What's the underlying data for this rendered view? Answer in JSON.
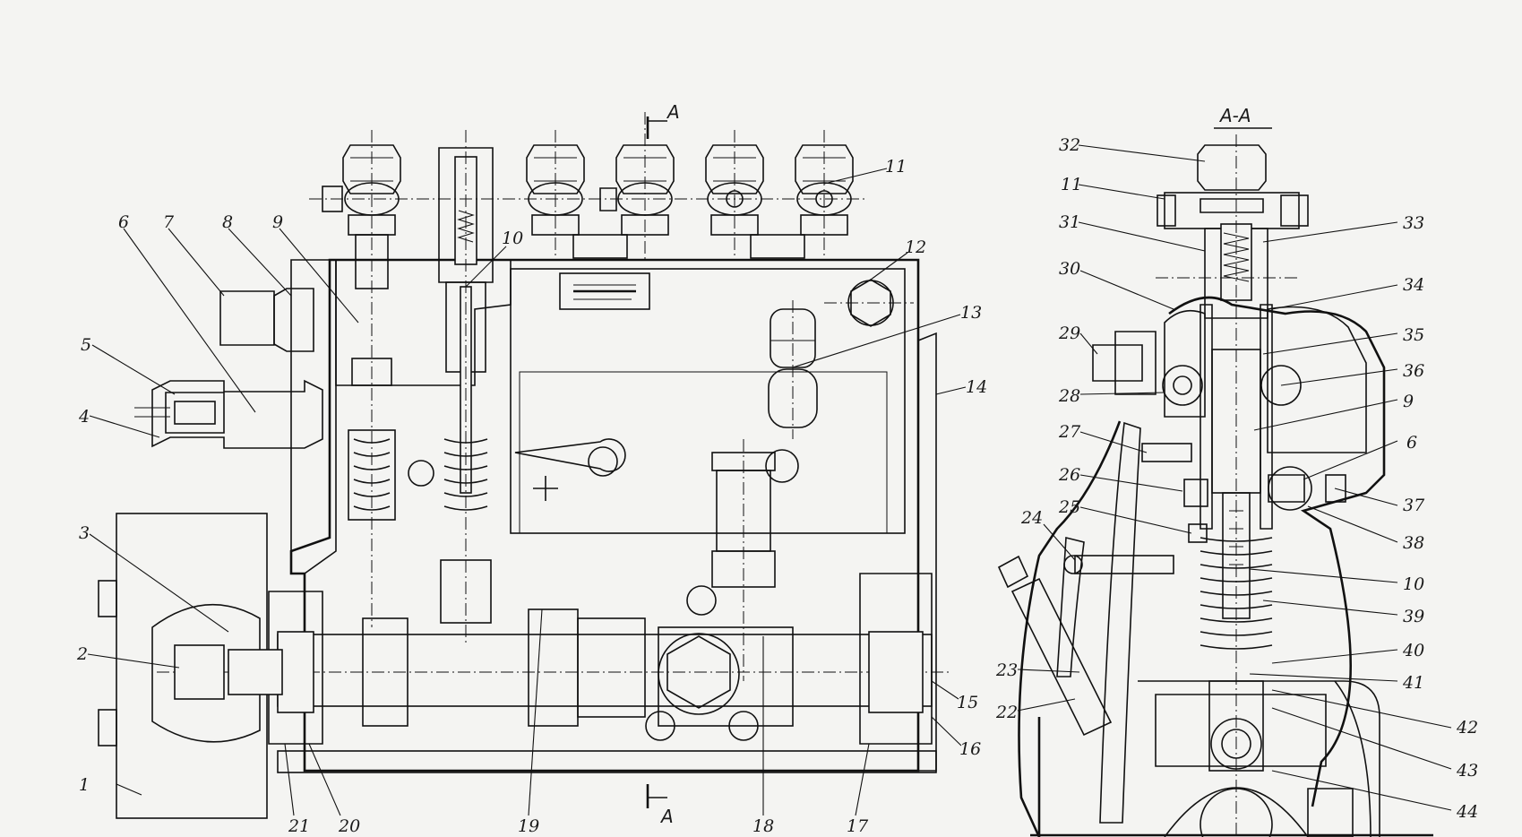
{
  "section": {
    "label": "А-А",
    "cut_mark_top": "А",
    "cut_mark_bottom": "А"
  },
  "colors": {
    "paper": "#f4f4f2",
    "ink": "#111111"
  },
  "labels_main": [
    "1",
    "2",
    "3",
    "4",
    "5",
    "6",
    "7",
    "8",
    "9",
    "10",
    "11",
    "12",
    "13",
    "14",
    "15",
    "16",
    "17",
    "18",
    "19",
    "20",
    "21"
  ],
  "labels_section": [
    "6",
    "9",
    "10",
    "11",
    "22",
    "23",
    "24",
    "25",
    "26",
    "27",
    "28",
    "29",
    "30",
    "31",
    "32",
    "33",
    "34",
    "35",
    "36",
    "37",
    "38",
    "39",
    "40",
    "41",
    "42",
    "43",
    "44"
  ]
}
